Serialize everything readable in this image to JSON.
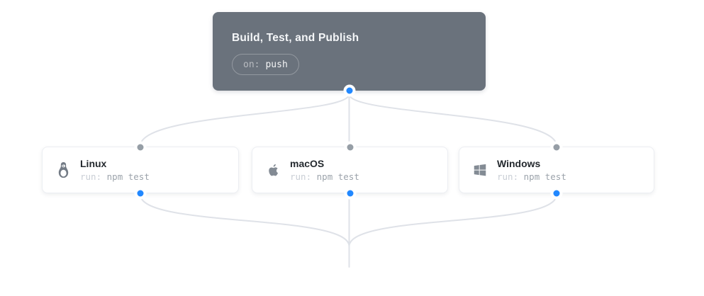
{
  "trigger": {
    "title": "Build, Test, and Publish",
    "badge_key": "on:",
    "badge_value": "push"
  },
  "jobs": [
    {
      "name": "Linux",
      "icon": "linux-icon",
      "run_key": "run:",
      "run_value": "npm test"
    },
    {
      "name": "macOS",
      "icon": "apple-icon",
      "run_key": "run:",
      "run_value": "npm test"
    },
    {
      "name": "Windows",
      "icon": "windows-icon",
      "run_key": "run:",
      "run_value": "npm test"
    }
  ],
  "colors": {
    "trigger_bg": "#6a727c",
    "edge": "#dfe2e8",
    "port_blue": "#2188ff",
    "port_gray": "#969ea6",
    "card_bg": "#ffffff",
    "title_text": "#24292e",
    "muted_mono": "#9ca3ab"
  }
}
